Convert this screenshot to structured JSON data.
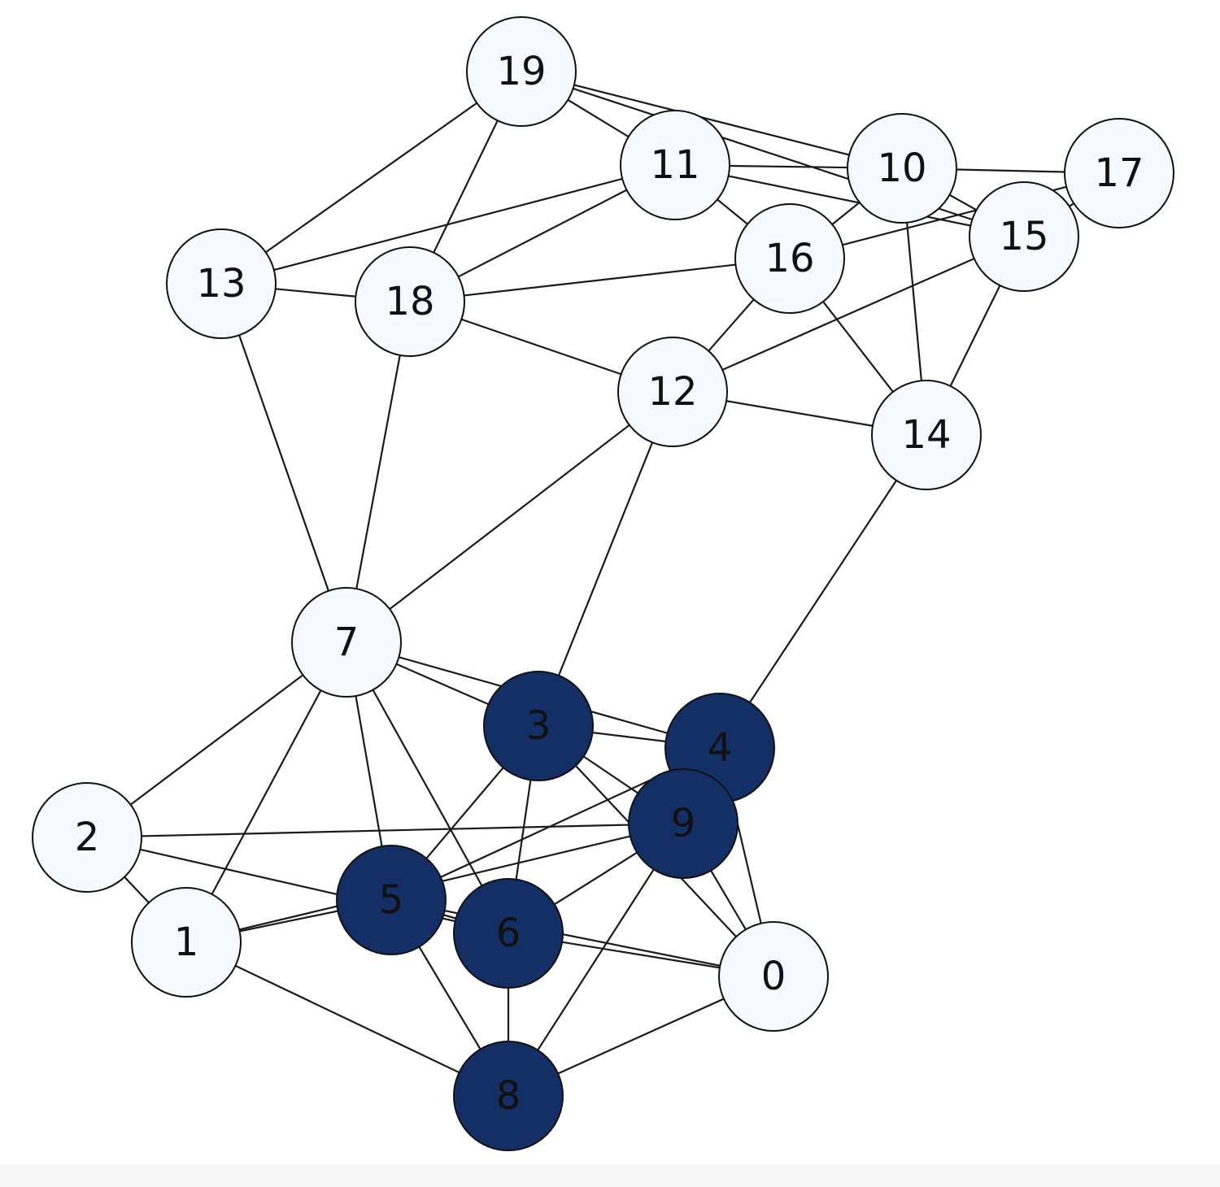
{
  "graph": {
    "colors": {
      "highlighted_fill": "#142f66",
      "default_fill": "#f6f9ff",
      "stroke": "#111111",
      "label_on_default": "#111111",
      "label_on_highlighted": "#111111"
    },
    "nodes": [
      {
        "id": "0",
        "label": "0",
        "highlighted": false
      },
      {
        "id": "1",
        "label": "1",
        "highlighted": false
      },
      {
        "id": "2",
        "label": "2",
        "highlighted": false
      },
      {
        "id": "3",
        "label": "3",
        "highlighted": true
      },
      {
        "id": "4",
        "label": "4",
        "highlighted": true
      },
      {
        "id": "5",
        "label": "5",
        "highlighted": true
      },
      {
        "id": "6",
        "label": "6",
        "highlighted": true
      },
      {
        "id": "7",
        "label": "7",
        "highlighted": false
      },
      {
        "id": "8",
        "label": "8",
        "highlighted": true
      },
      {
        "id": "9",
        "label": "9",
        "highlighted": true
      },
      {
        "id": "10",
        "label": "10",
        "highlighted": false
      },
      {
        "id": "11",
        "label": "11",
        "highlighted": false
      },
      {
        "id": "12",
        "label": "12",
        "highlighted": false
      },
      {
        "id": "13",
        "label": "13",
        "highlighted": false
      },
      {
        "id": "14",
        "label": "14",
        "highlighted": false
      },
      {
        "id": "15",
        "label": "15",
        "highlighted": false
      },
      {
        "id": "16",
        "label": "16",
        "highlighted": false
      },
      {
        "id": "17",
        "label": "17",
        "highlighted": false
      },
      {
        "id": "18",
        "label": "18",
        "highlighted": false
      },
      {
        "id": "19",
        "label": "19",
        "highlighted": false
      }
    ],
    "edges": [
      [
        "19",
        "13"
      ],
      [
        "19",
        "18"
      ],
      [
        "19",
        "11"
      ],
      [
        "19",
        "10"
      ],
      [
        "19",
        "15"
      ],
      [
        "11",
        "10"
      ],
      [
        "11",
        "16"
      ],
      [
        "11",
        "13"
      ],
      [
        "11",
        "18"
      ],
      [
        "11",
        "15"
      ],
      [
        "10",
        "17"
      ],
      [
        "10",
        "16"
      ],
      [
        "10",
        "15"
      ],
      [
        "10",
        "14"
      ],
      [
        "17",
        "15"
      ],
      [
        "17",
        "16"
      ],
      [
        "16",
        "18"
      ],
      [
        "16",
        "12"
      ],
      [
        "16",
        "14"
      ],
      [
        "15",
        "12"
      ],
      [
        "15",
        "14"
      ],
      [
        "13",
        "18"
      ],
      [
        "13",
        "7"
      ],
      [
        "18",
        "12"
      ],
      [
        "18",
        "7"
      ],
      [
        "12",
        "14"
      ],
      [
        "12",
        "7"
      ],
      [
        "12",
        "3"
      ],
      [
        "14",
        "4"
      ],
      [
        "7",
        "3"
      ],
      [
        "7",
        "4"
      ],
      [
        "7",
        "2"
      ],
      [
        "7",
        "1"
      ],
      [
        "7",
        "5"
      ],
      [
        "7",
        "6"
      ],
      [
        "3",
        "4"
      ],
      [
        "3",
        "9"
      ],
      [
        "3",
        "5"
      ],
      [
        "3",
        "6"
      ],
      [
        "3",
        "0"
      ],
      [
        "4",
        "9"
      ],
      [
        "4",
        "5"
      ],
      [
        "4",
        "0"
      ],
      [
        "9",
        "2"
      ],
      [
        "9",
        "1"
      ],
      [
        "9",
        "6"
      ],
      [
        "9",
        "8"
      ],
      [
        "9",
        "0"
      ],
      [
        "2",
        "1"
      ],
      [
        "2",
        "6"
      ],
      [
        "1",
        "5"
      ],
      [
        "1",
        "8"
      ],
      [
        "5",
        "6"
      ],
      [
        "5",
        "8"
      ],
      [
        "5",
        "0"
      ],
      [
        "6",
        "8"
      ],
      [
        "6",
        "0"
      ],
      [
        "8",
        "0"
      ]
    ]
  }
}
